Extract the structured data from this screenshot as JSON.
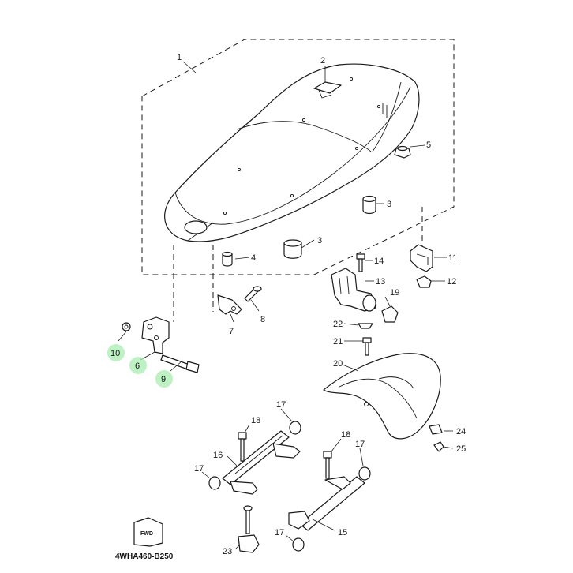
{
  "diagram": {
    "drawing_code": "4WHA460-B250",
    "fwd_label": "FWD",
    "highlight_color": "#9fe6a8",
    "callouts": [
      {
        "id": "c1",
        "label": "1"
      },
      {
        "id": "c2",
        "label": "2"
      },
      {
        "id": "c3a",
        "label": "3"
      },
      {
        "id": "c3b",
        "label": "3"
      },
      {
        "id": "c4",
        "label": "4"
      },
      {
        "id": "c5",
        "label": "5"
      },
      {
        "id": "c6",
        "label": "6",
        "highlighted": true
      },
      {
        "id": "c7",
        "label": "7"
      },
      {
        "id": "c8",
        "label": "8"
      },
      {
        "id": "c9",
        "label": "9",
        "highlighted": true
      },
      {
        "id": "c10",
        "label": "10",
        "highlighted": true
      },
      {
        "id": "c11",
        "label": "11"
      },
      {
        "id": "c12",
        "label": "12"
      },
      {
        "id": "c13",
        "label": "13"
      },
      {
        "id": "c14",
        "label": "14"
      },
      {
        "id": "c15",
        "label": "15"
      },
      {
        "id": "c16",
        "label": "16"
      },
      {
        "id": "c17a",
        "label": "17"
      },
      {
        "id": "c17b",
        "label": "17"
      },
      {
        "id": "c17c",
        "label": "17"
      },
      {
        "id": "c17d",
        "label": "17"
      },
      {
        "id": "c18a",
        "label": "18"
      },
      {
        "id": "c18b",
        "label": "18"
      },
      {
        "id": "c19",
        "label": "19"
      },
      {
        "id": "c20",
        "label": "20"
      },
      {
        "id": "c21",
        "label": "21"
      },
      {
        "id": "c22",
        "label": "22"
      },
      {
        "id": "c23",
        "label": "23"
      },
      {
        "id": "c24",
        "label": "24"
      },
      {
        "id": "c25",
        "label": "25"
      }
    ]
  }
}
